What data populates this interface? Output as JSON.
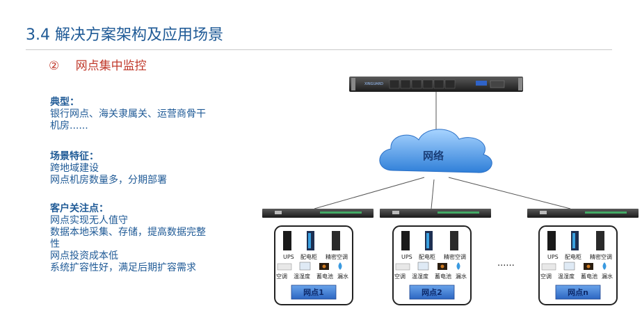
{
  "title": "3.4 解决方案架构及应用场景",
  "subtitle": {
    "num": "②",
    "text": "网点集中监控"
  },
  "sections": [
    {
      "heading": "典型：",
      "lines": [
        "银行网点、海关隶属关、运营商骨干",
        "机房......"
      ]
    },
    {
      "heading": "场景特征：",
      "lines": [
        "跨地域建设",
        "网点机房数量多，分期部署"
      ]
    },
    {
      "heading": "客户关注点：",
      "lines": [
        "网点实现无人值守",
        "数据本地采集、存储，提高数据完整",
        "性",
        "网点投资成本低",
        "系统扩容性好，满足后期扩容需求"
      ]
    }
  ],
  "diagram": {
    "server_brand": "XINGUARD",
    "network_label": "网络",
    "ellipsis": "......",
    "device_labels_top": [
      "UPS",
      "配电柜",
      "精密空调"
    ],
    "device_labels_bottom": [
      "空调",
      "温湿度",
      "蓄电池",
      "漏水"
    ],
    "sites": [
      "网点1",
      "网点2",
      "网点n"
    ]
  },
  "colors": {
    "title": "#1f5a96",
    "subtitle": "#c0392b",
    "cloud": "#3d8ee0",
    "site_label_bg": "#3f7fd6"
  }
}
